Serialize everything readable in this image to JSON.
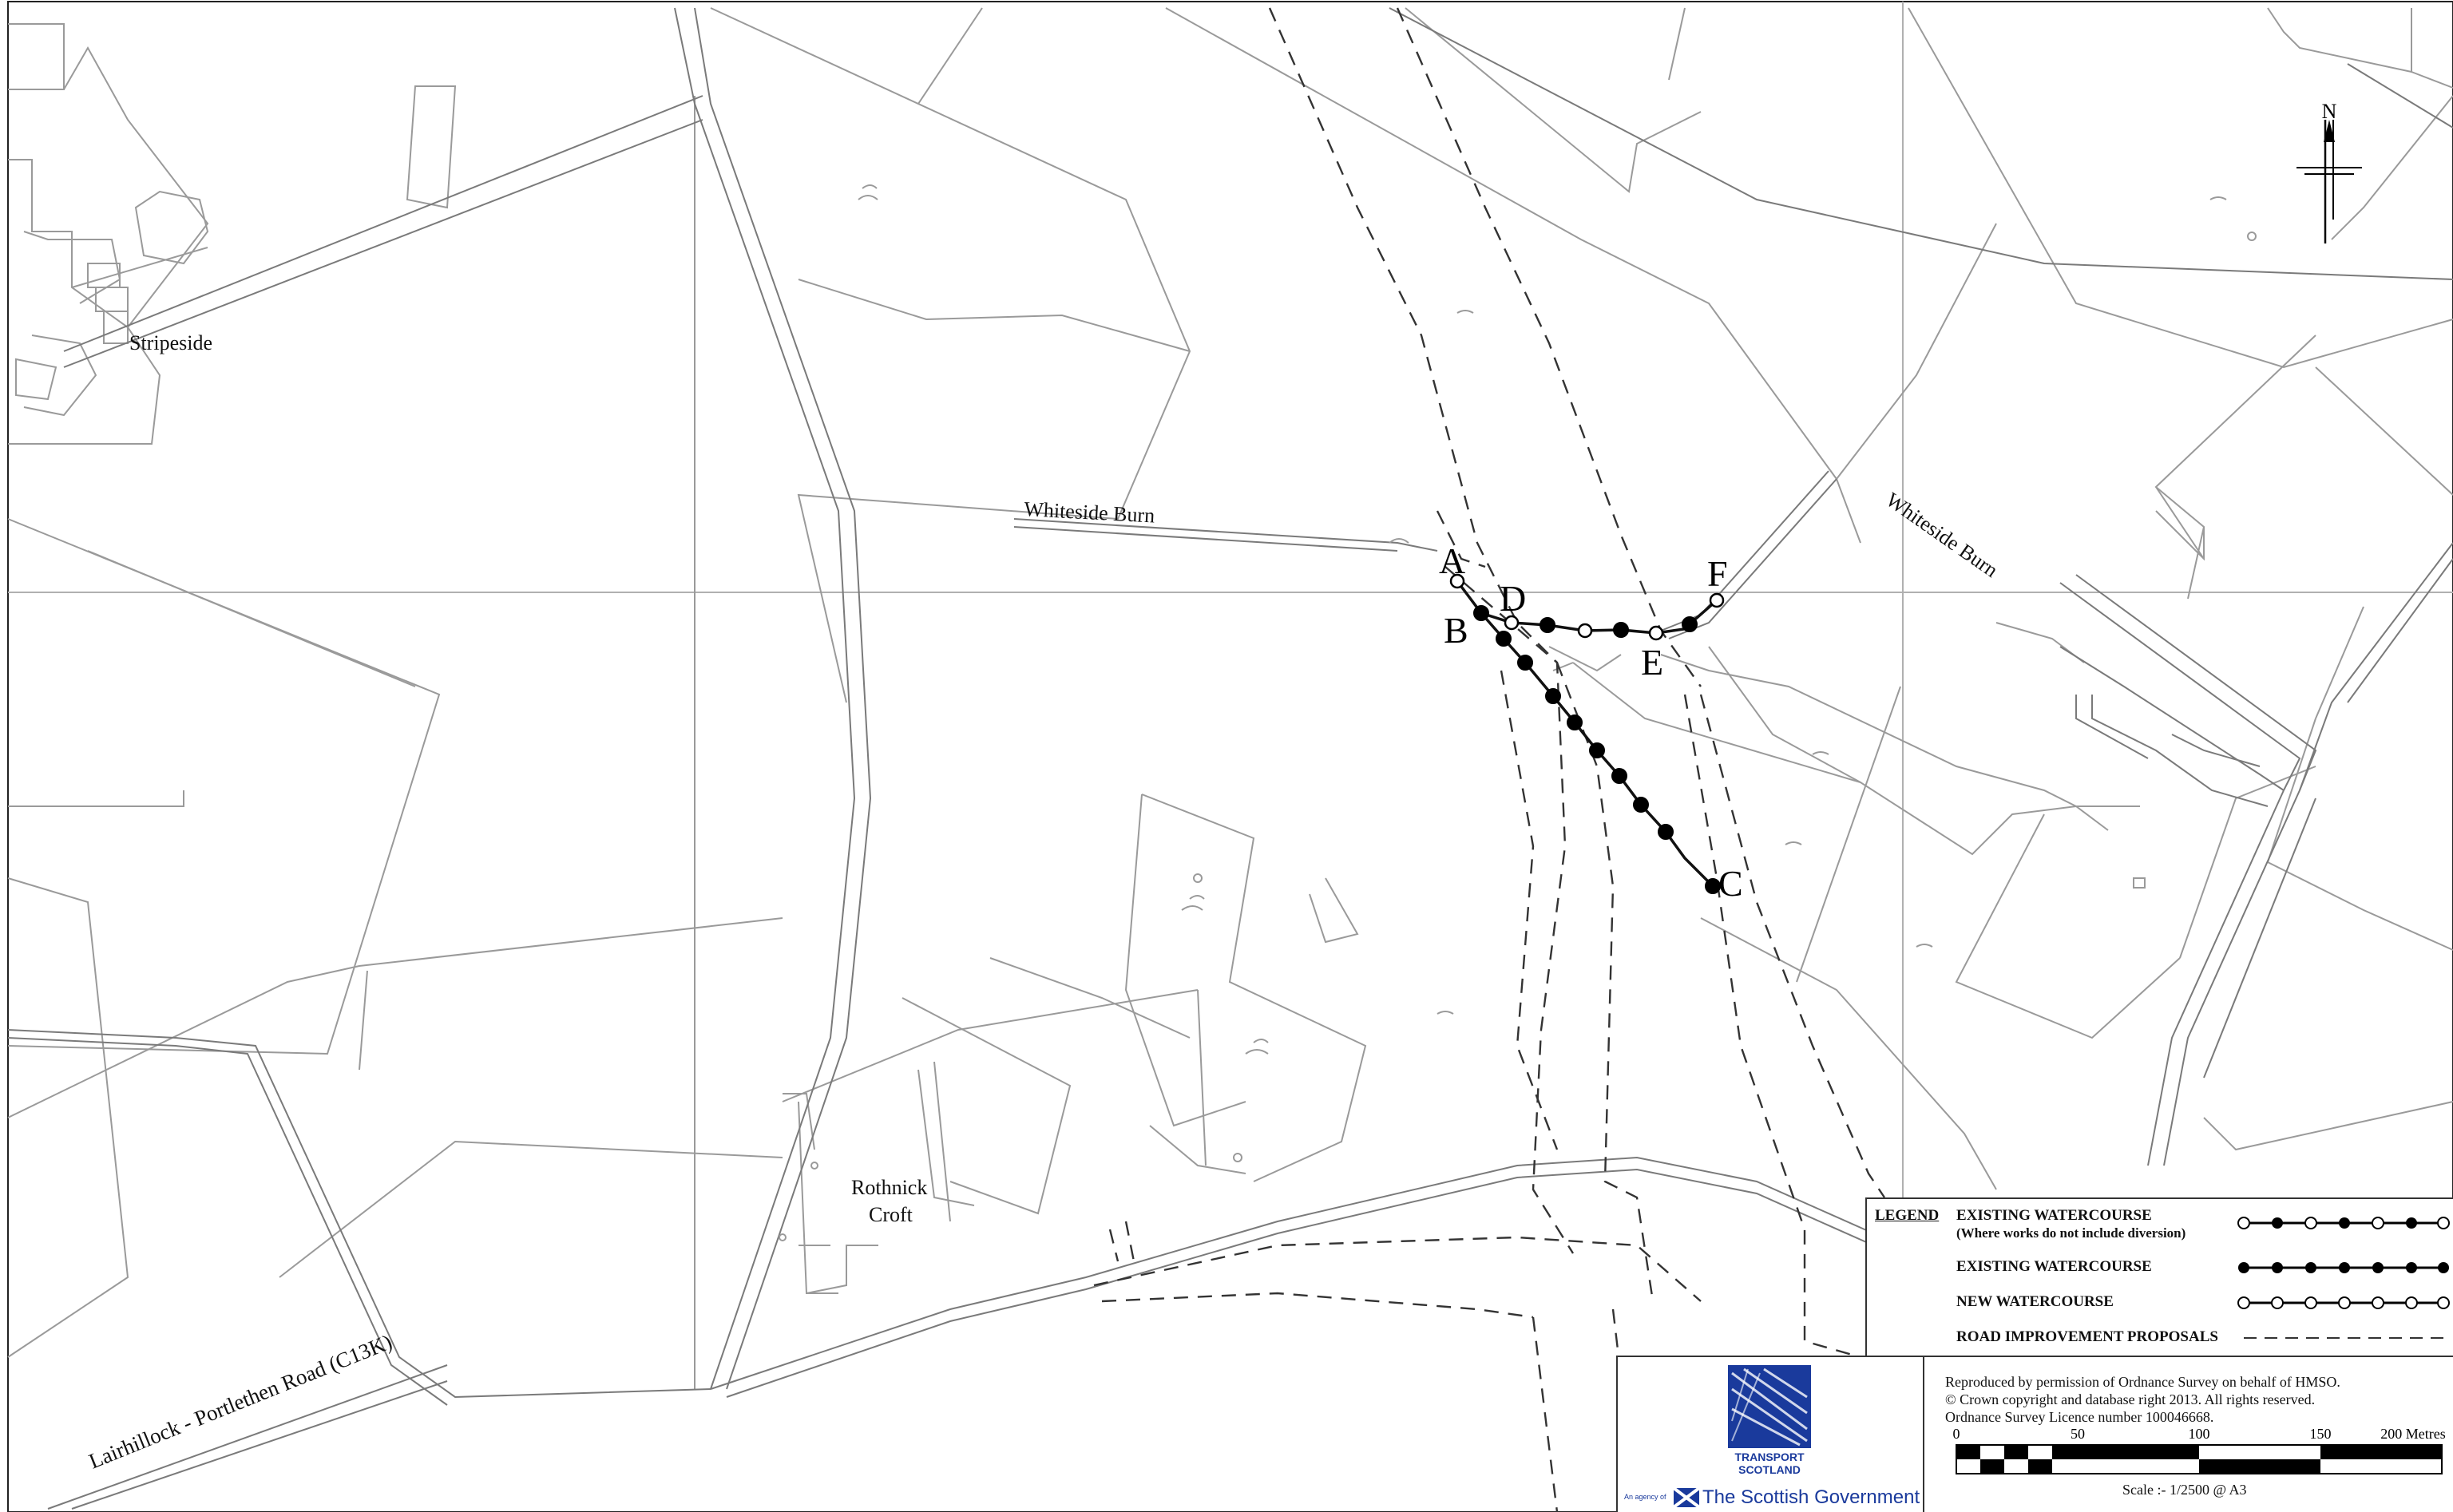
{
  "map": {
    "labels": {
      "stripeside": "Stripeside",
      "whiteside_burn_west": "Whiteside Burn",
      "whiteside_burn_east": "Whiteside Burn",
      "rothnick_line1": "Rothnick",
      "rothnick_line2": "Croft",
      "road_name": "Lairhillock - Portlethen Road (C13K)"
    },
    "points": {
      "a": "A",
      "b": "B",
      "c": "C",
      "d": "D",
      "e": "E",
      "f": "F"
    },
    "north_arrow": "N",
    "colors": {
      "line": "#000000",
      "parcel": "#9a9a9a",
      "logo": "#1a3a9c"
    }
  },
  "legend": {
    "title": "LEGEND",
    "items": [
      {
        "label": "EXISTING WATERCOURSE",
        "sublabel": "(Where works do not include diversion)",
        "symbol": "mixed-dots"
      },
      {
        "label": "EXISTING WATERCOURSE",
        "symbol": "filled-dots"
      },
      {
        "label": "NEW WATERCOURSE",
        "symbol": "open-dots"
      },
      {
        "label": "ROAD IMPROVEMENT PROPOSALS",
        "symbol": "dashed-line"
      }
    ]
  },
  "titleblock": {
    "logo_line1": "TRANSPORT",
    "logo_line2": "SCOTLAND",
    "agency": "An agency of",
    "government": "The Scottish Government",
    "copyright": [
      "Reproduced by permission of Ordnance Survey on behalf of HMSO.",
      "© Crown copyright and database right 2013. All rights reserved.",
      "Ordnance Survey Licence number 100046668."
    ],
    "scalebar_ticks": [
      "0",
      "50",
      "100",
      "150",
      "200 Metres"
    ],
    "scale_text": "Scale :- 1/2500 @ A3"
  }
}
